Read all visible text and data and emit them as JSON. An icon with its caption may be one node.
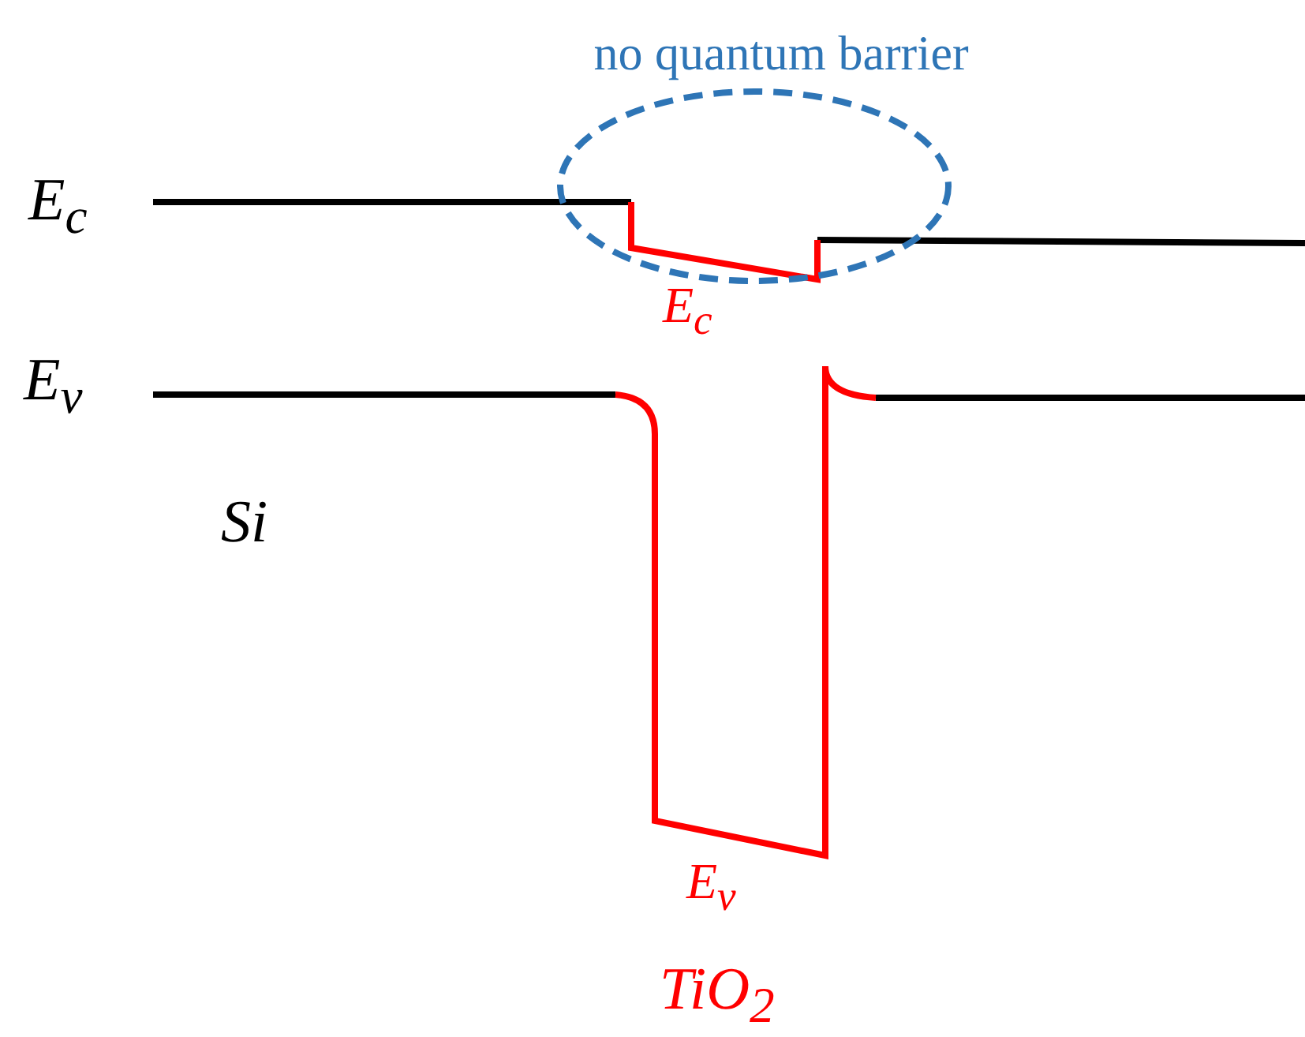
{
  "diagram": {
    "nodes": [
      {
        "text": [
          "no quantum barrier"
        ]
      }
    ],
    "labels": [
      "E$_{c}$",
      "E$_{v}$",
      "Si",
      "E$_{c}$",
      "E$_{v}$",
      "TiO$_{2}$"
    ]
  }
}
